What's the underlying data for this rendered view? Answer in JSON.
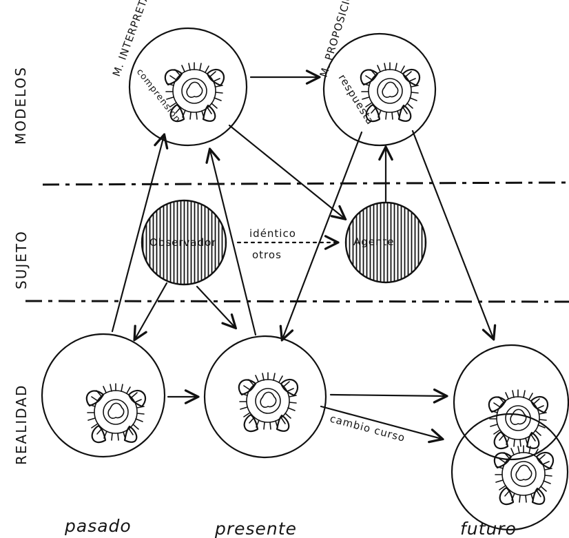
{
  "rows": {
    "modelos": "MODELOS",
    "sujeto": "SUJETO",
    "realidad": "REALIDAD"
  },
  "models": {
    "interpretacion": {
      "title": "M. INTERPRETACION",
      "inner": "comprension"
    },
    "proposicion": {
      "title": "M. PROPOSICION",
      "inner": "respuesta"
    }
  },
  "subjects": {
    "observador": "Observador",
    "agente": "Agente",
    "relation_line1": "idéntico",
    "relation_line2": "otros"
  },
  "reality": {
    "cambio": "cambio curso"
  },
  "timeline": {
    "pasado": "pasado",
    "presente": "presente",
    "futuro": "futuro"
  },
  "icons": {
    "organism": "organism-icon",
    "arrow": "arrow-icon"
  },
  "colors": {
    "ink": "#111111",
    "paper": "#ffffff"
  }
}
